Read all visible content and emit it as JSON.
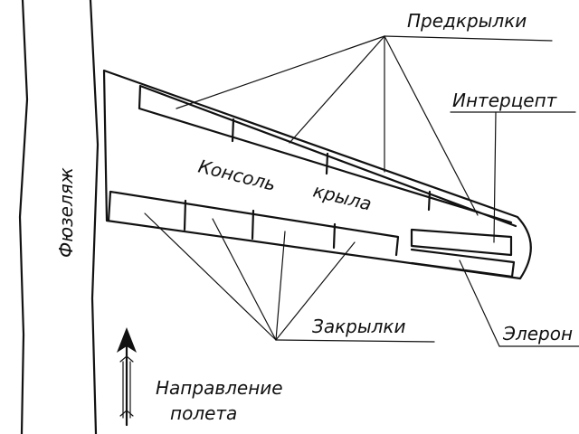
{
  "labels": {
    "fuselage": "Фюзеляж",
    "slats": "Предкрылки",
    "spoilers": "Интерцепт",
    "wing_console_1": "Консоль",
    "wing_console_2": "крыла",
    "flaps": "Закрылки",
    "aileron": "Элерон",
    "direction_1": "Направление",
    "direction_2": "полета"
  },
  "colors": {
    "ink": "#111111",
    "paper": "#ffffff"
  }
}
